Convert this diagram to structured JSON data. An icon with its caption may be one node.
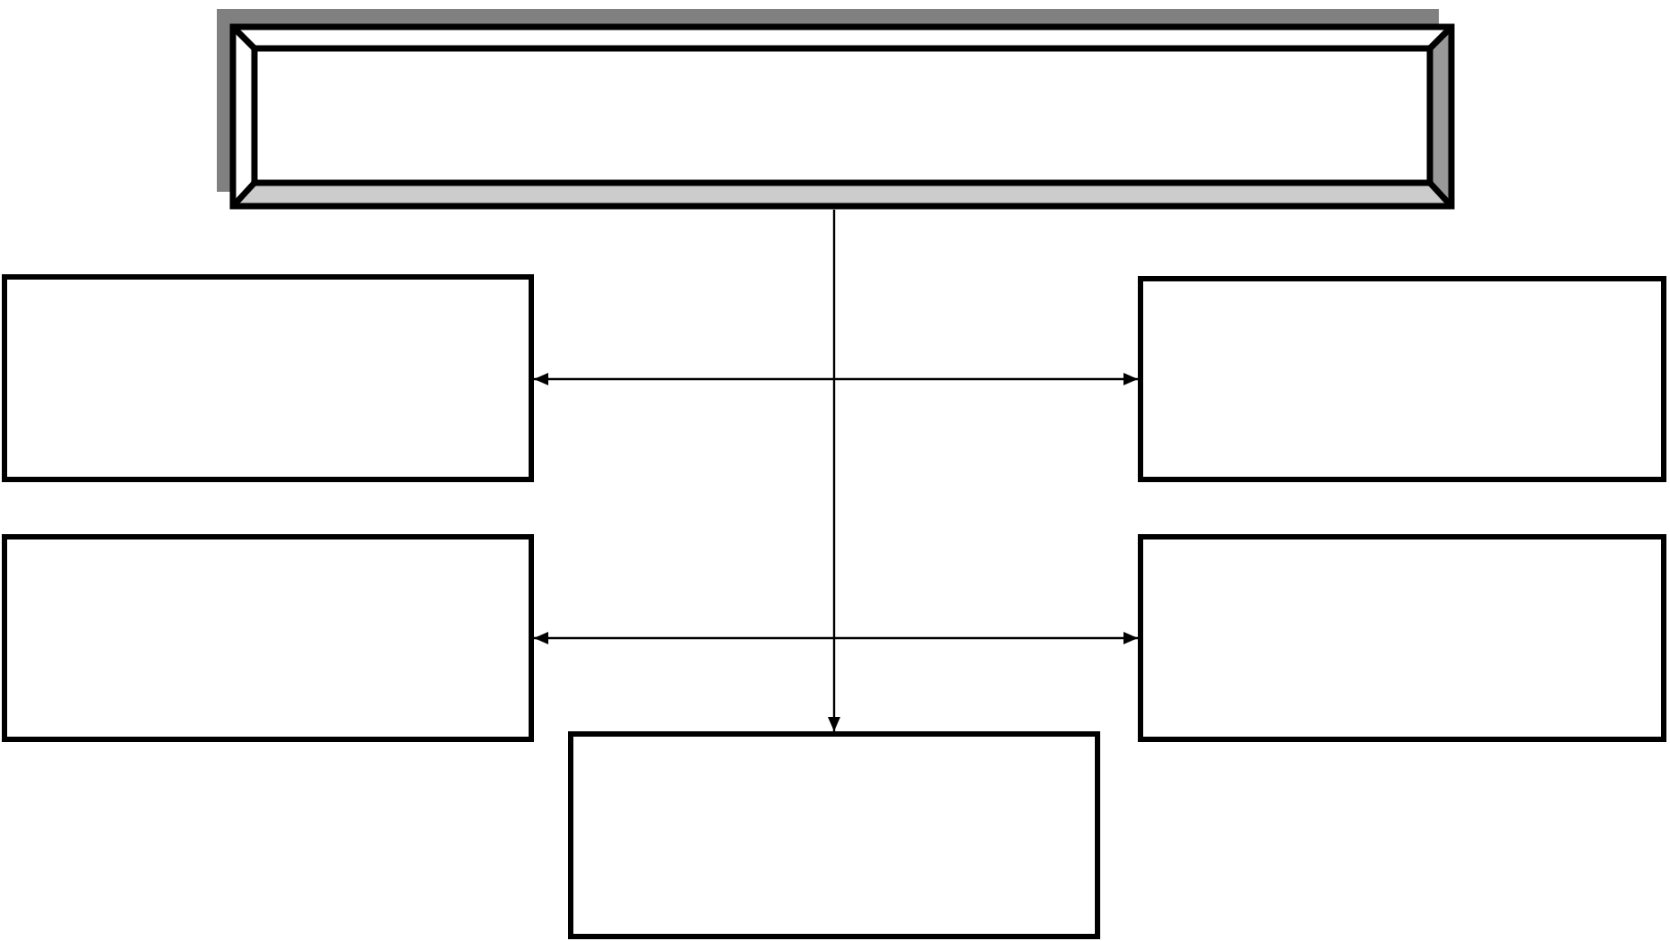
{
  "diagram": {
    "nodes": [
      {
        "text": [],
        "shape": "box"
      },
      {
        "text": [],
        "shape": "box"
      },
      {
        "text": [],
        "shape": "box"
      },
      {
        "text": [],
        "shape": "box"
      },
      {
        "text": [],
        "shape": "box"
      },
      {
        "text": [],
        "shape": "box"
      }
    ],
    "edges": [
      {
        "from": 0,
        "to": 5,
        "arrow": "to"
      },
      {
        "from": 1,
        "to": 2,
        "arrow": "both"
      },
      {
        "from": 3,
        "to": 4,
        "arrow": "both"
      }
    ]
  }
}
